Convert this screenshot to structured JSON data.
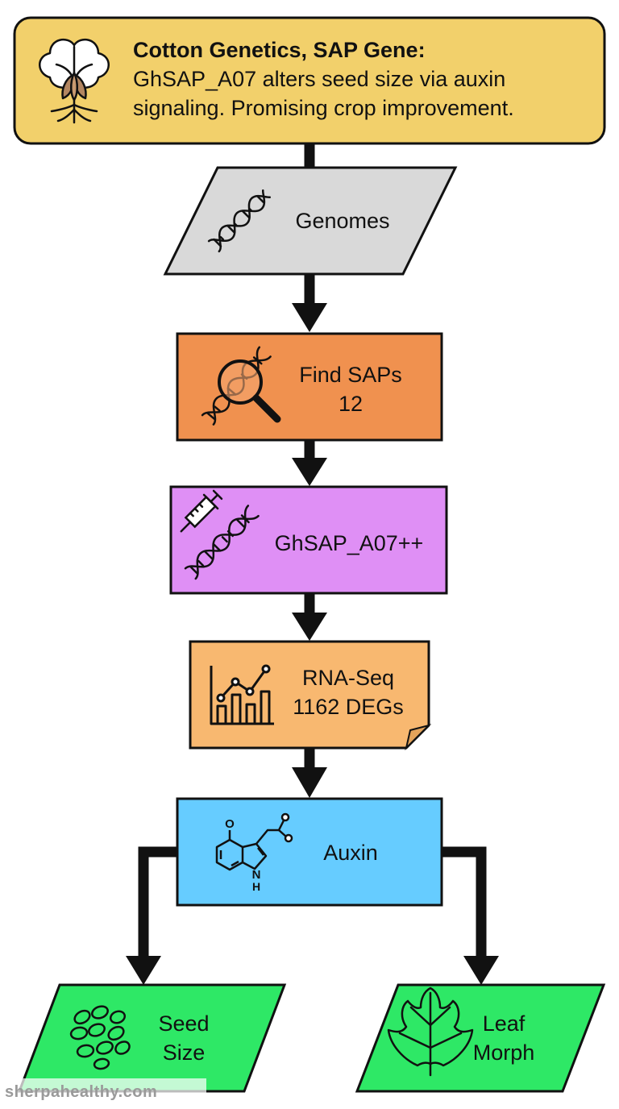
{
  "header": {
    "title": "Cotton Genetics, SAP Gene:",
    "line1": "GhSAP_A07 alters seed size via auxin",
    "line2": "signaling. Promising crop improvement.",
    "icon": "cotton-plant-icon"
  },
  "nodes": {
    "genomes": {
      "label": "Genomes",
      "icon": "dna-icon"
    },
    "find_saps": {
      "label": "Find SAPs",
      "value": "12",
      "icon": "dna-magnifier-icon"
    },
    "overexpression": {
      "label": "GhSAP_A07++",
      "icon": "syringe-dna-icon"
    },
    "rnaseq": {
      "label": "RNA-Seq",
      "value": "1162 DEGs",
      "icon": "bar-line-chart-icon"
    },
    "auxin": {
      "label": "Auxin",
      "icon": "auxin-molecule-icon",
      "atom_o": "O",
      "atom_h": "H",
      "atom_n": "N"
    },
    "seed_size": {
      "line1": "Seed",
      "line2": "Size",
      "icon": "seeds-icon"
    },
    "leaf_morph": {
      "line1": "Leaf",
      "line2": "Morph",
      "icon": "leaf-icon"
    }
  },
  "colors": {
    "header": "#f2d06b",
    "genomes": "#d9d9d9",
    "find_saps": "#f0914f",
    "overexpression": "#df8ff5",
    "rnaseq": "#f8b870",
    "auxin": "#66ccff",
    "outcome": "#2ee866",
    "stroke": "#111111"
  },
  "watermark": "sherpahealthy.com"
}
